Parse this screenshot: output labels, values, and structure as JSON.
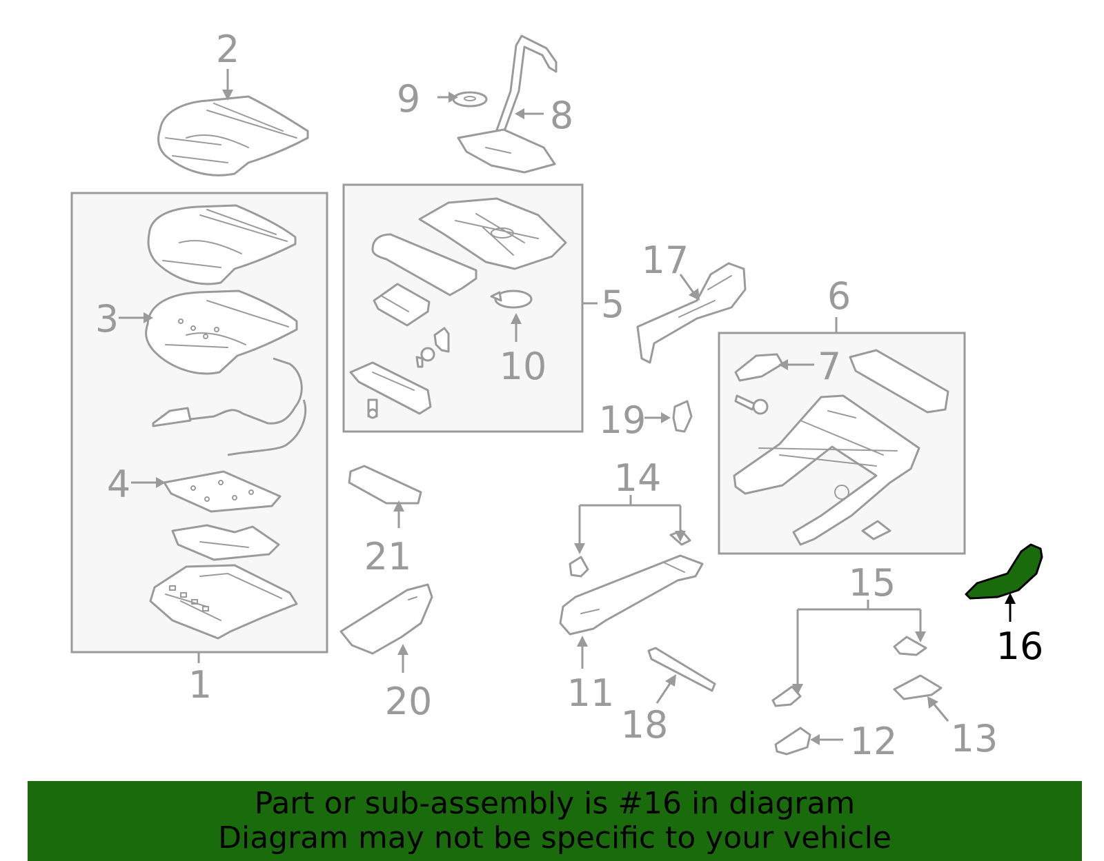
{
  "diagram": {
    "callouts": {
      "c1": "1",
      "c2": "2",
      "c3": "3",
      "c4": "4",
      "c5": "5",
      "c6": "6",
      "c7": "7",
      "c8": "8",
      "c9": "9",
      "c10": "10",
      "c11": "11",
      "c12": "12",
      "c13": "13",
      "c14": "14",
      "c15": "15",
      "c16": "16",
      "c17": "17",
      "c18": "18",
      "c19": "19",
      "c20": "20",
      "c21": "21"
    },
    "highlighted_part": "16",
    "colors": {
      "highlight": "#1a6b0c",
      "line": "#9a9a9a",
      "active_label": "#000000"
    }
  },
  "banner": {
    "line1": "Part or sub-assembly is #16 in diagram",
    "line2": "Diagram may not be specific to your vehicle"
  }
}
